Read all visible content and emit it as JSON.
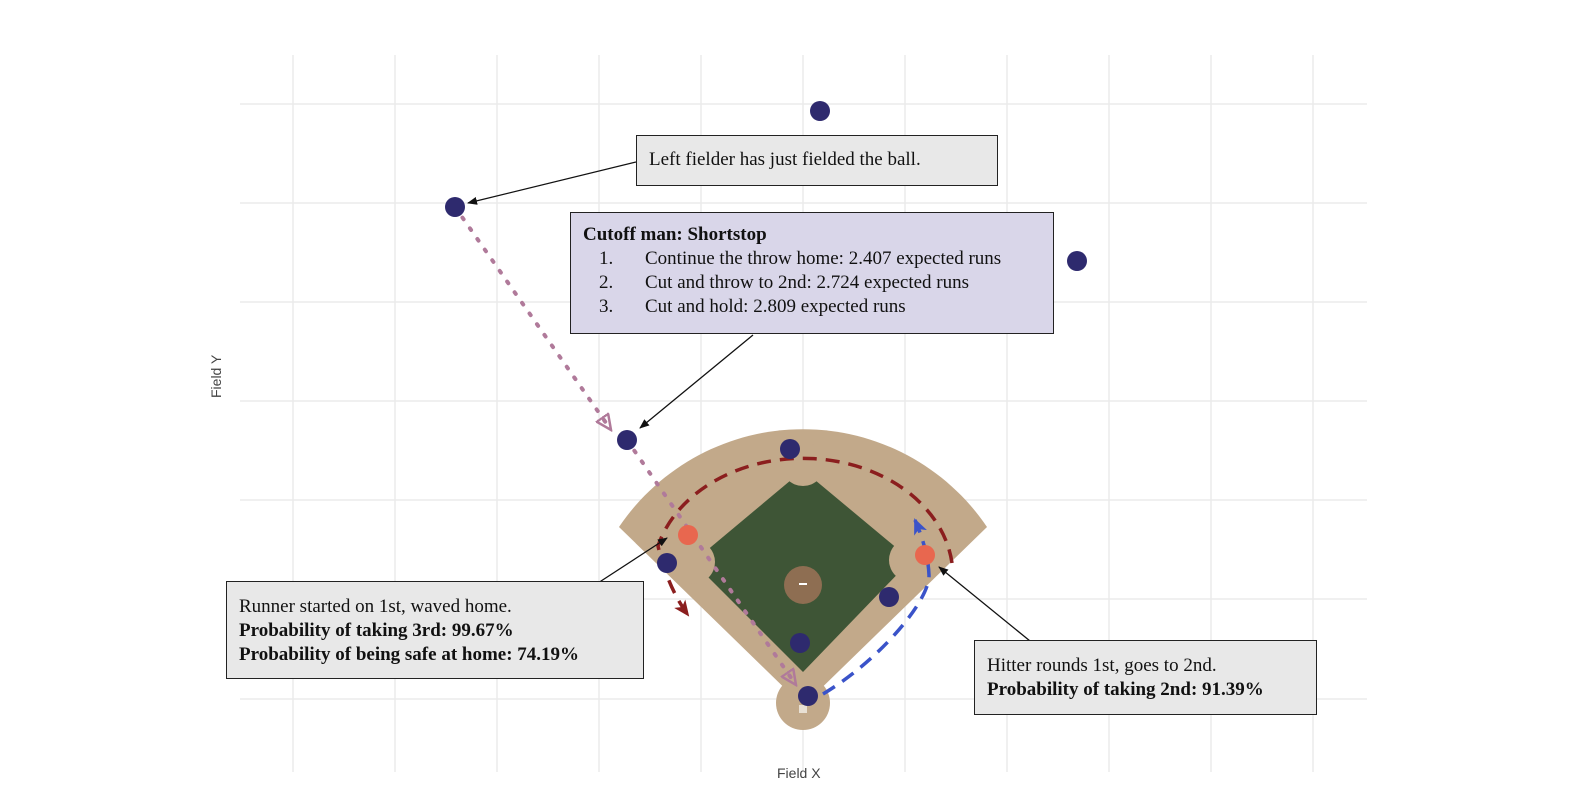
{
  "axes": {
    "xlabel": "Field X",
    "ylabel": "Field Y"
  },
  "colors": {
    "fielder": "#2e2a6e",
    "runner": "#e8674f",
    "grass": "#3e5536",
    "dirt": "#c2a98a",
    "throw_path": "#b07a9a",
    "runner_path": "#8b1e1e",
    "hitter_path": "#3a53c9",
    "cutoff_box": "#d9d6e9",
    "note_box": "#e8e8e8"
  },
  "annotations": {
    "fielder": {
      "text": "Left fielder has just fielded the ball."
    },
    "cutoff": {
      "title": "Cutoff man: Shortstop",
      "options": [
        {
          "num": "1.",
          "text": "Continue the throw home: 2.407 expected runs"
        },
        {
          "num": "2.",
          "text": "Cut and throw to 2nd: 2.724 expected runs"
        },
        {
          "num": "3.",
          "text": "Cut and hold: 2.809 expected runs"
        }
      ]
    },
    "runner": {
      "line1": "Runner started on 1st, waved home.",
      "line2": "Probability of taking 3rd: 99.67%",
      "line3": "Probability of being safe at home: 74.19%"
    },
    "hitter": {
      "line1": "Hitter rounds 1st, goes to 2nd.",
      "line2": "Probability of taking 2nd: 91.39%"
    }
  }
}
